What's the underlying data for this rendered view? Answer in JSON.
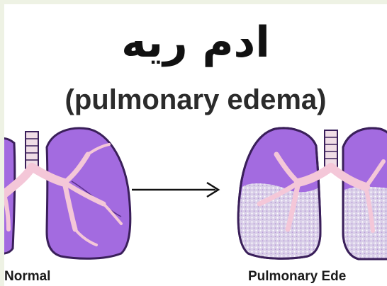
{
  "title_fa": "ادم ریه",
  "title_en": "(pulmonary edema)",
  "labels": {
    "normal": "Normal",
    "edema": "Pulmonary Ede"
  },
  "colors": {
    "lung_fill": "#a36be0",
    "lung_outline": "#3a1f5a",
    "bronchi": "#f4c7d8",
    "trachea": "#f0dde6",
    "fluid": "#e8e4ee",
    "background": "#ffffff",
    "frame": "#eef2e4"
  },
  "icons": [
    "normal-lungs-icon",
    "edema-lungs-icon",
    "arrow-right-icon"
  ]
}
